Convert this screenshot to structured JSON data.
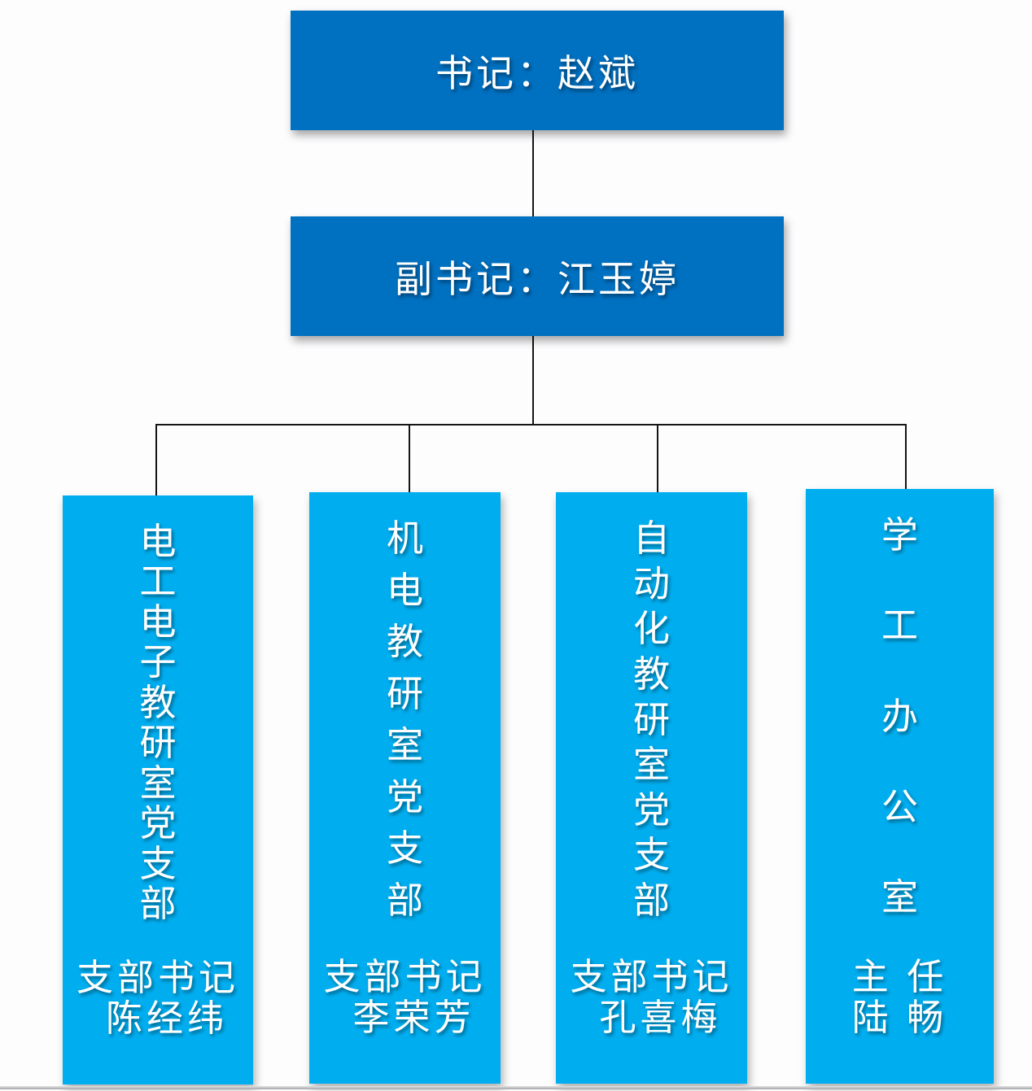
{
  "colors": {
    "primary_box": "#0070C0",
    "branch_box": "#00AEF0",
    "connector": "#141414",
    "text": "#FFFFFF",
    "footer_line": "#A5A5AA"
  },
  "org_chart": {
    "root": {
      "label": "书记：赵斌"
    },
    "deputy": {
      "label": "副书记：江玉婷"
    },
    "branches": [
      {
        "title_vertical": "电工电子教研室党支部",
        "leader_title": "支部书记",
        "leader_name": "陈经纬"
      },
      {
        "title_vertical": "机电教研室党支部",
        "leader_title": "支部书记",
        "leader_name": "李荣芳"
      },
      {
        "title_vertical": "自动化教研室党支部",
        "leader_title": "支部书记",
        "leader_name": "孔喜梅"
      },
      {
        "title_vertical": "学工办公室",
        "leader_title": "主 任",
        "leader_name": "陆 畅"
      }
    ]
  }
}
